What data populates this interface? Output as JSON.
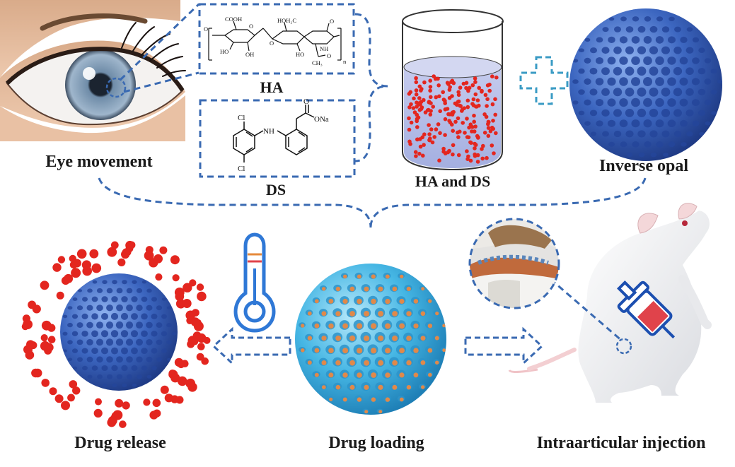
{
  "labels": {
    "eye_movement": "Eye movement",
    "ha": "HA",
    "ds": "DS",
    "ha_and_ds": "HA and DS",
    "inverse_opal": "Inverse opal",
    "drug_release": "Drug release",
    "drug_loading": "Drug loading",
    "intraarticular_injection": "Intraarticular injection"
  },
  "ha_structure": {
    "atoms": {
      "o1": "O",
      "cooh": "COOH",
      "ho1": "HO",
      "oh1": "OH",
      "o2": "O",
      "o3": "O",
      "ch2oh": "HOH₂C",
      "ho2": "HO",
      "o4": "O",
      "nh": "NH",
      "o5": "O",
      "ch3": "CH₃",
      "n": "n"
    }
  },
  "ds_structure": {
    "atoms": {
      "cl1": "Cl",
      "cl2": "Cl",
      "nh": "NH",
      "o": "O",
      "ona": "ONa"
    }
  },
  "colors": {
    "connector": "#3a6ab2",
    "sphere": "#3d68c2",
    "loaded_sphere": "#43b4e2",
    "drug": "#e3261f",
    "drug_loaded": "#e0894a",
    "liquid": "#b4bde6"
  },
  "icons": [
    "eye-icon",
    "beaker-icon",
    "plus-icon",
    "thermometer-icon",
    "syringe-icon",
    "rat-icon",
    "knee-joint-icon",
    "arrow-left-icon",
    "arrow-right-icon"
  ]
}
